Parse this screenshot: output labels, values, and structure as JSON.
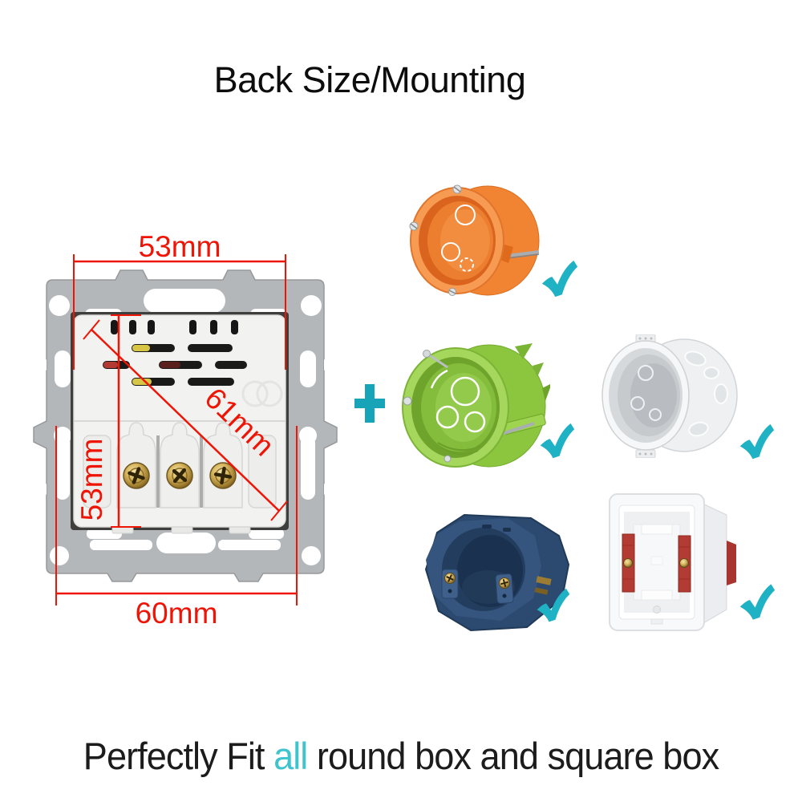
{
  "title": "Back Size/Mounting",
  "diagram": {
    "name": "socket-back-view-with-dimensions",
    "dim_top": "53mm",
    "dim_left": "53mm",
    "dim_diagonal": "61mm",
    "dim_bottom": "60mm",
    "annotation_color": "#ee1506",
    "frame_color": "#b4b7b9",
    "module_color": "#f2f2f0"
  },
  "icons": {
    "plus": "+",
    "checkmark": "✓"
  },
  "accent_teal": "#1fb1c4",
  "boxes": [
    {
      "name": "orange-round-mounting-box",
      "shape": "round",
      "color": "#f08433",
      "checked": true
    },
    {
      "name": "green-round-mounting-box",
      "shape": "round",
      "color": "#8cc63f",
      "checked": true
    },
    {
      "name": "white-round-mounting-box",
      "shape": "round",
      "color": "#eef0f2",
      "checked": true
    },
    {
      "name": "blue-round-mounting-box",
      "shape": "round",
      "color": "#35557f",
      "checked": true
    },
    {
      "name": "white-square-mounting-box",
      "shape": "square",
      "color": "#f8f9fa",
      "checked": true
    }
  ],
  "footer": {
    "part1": "Perfectly Fit ",
    "highlight": "all",
    "part2": " round box and square box",
    "highlight_color": "#3ec4cf",
    "text_color": "#1c1c1c"
  }
}
